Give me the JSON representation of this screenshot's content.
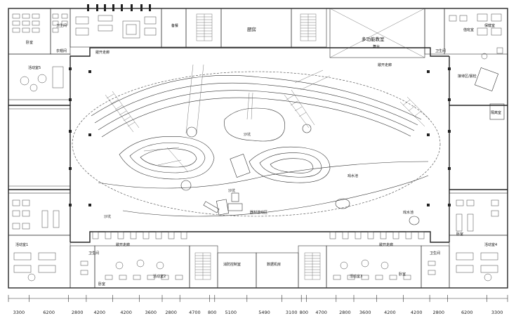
{
  "labels": {
    "bedroom": "卧室",
    "activity_room_5": "活动室5",
    "activity_room_1": "活动室1",
    "activity_room_2": "活动室2",
    "activity_room_3": "活动室3",
    "activity_room_4": "活动室4",
    "toilet": "卫生间",
    "coat_room": "衣帽间",
    "open_corridor_top_left": "敞开走廊",
    "open_corridor_top_right": "敞开走廊",
    "open_corridor_bottom_left": "敞开走廊",
    "open_corridor_bottom_right": "敞开走廊",
    "kitchen": "厨房",
    "storage": "备餐",
    "multi_function_room": "多功能教室",
    "stage": "舞台",
    "reception": "接待区/晨检",
    "duty_room": "值班室",
    "health_room": "保健室",
    "isolation_room": "隔离室",
    "sandpit_1": "沙坑",
    "sandpit_2": "沙坑",
    "sandpit_3": "沙坑",
    "water_pool_1": "戏水池",
    "water_pool_2": "戏水池",
    "equipment_area": "器材游戏区",
    "fire_control_room": "消防控制室",
    "data_room": "数据机房"
  },
  "dimensions": [
    "3300",
    "6200",
    "2800",
    "4200",
    "4200",
    "3600",
    "2800",
    "4700",
    "800",
    "5100",
    "5490",
    "3100",
    "800",
    "4700",
    "2800",
    "3600",
    "4200",
    "4200",
    "2800",
    "6200",
    "3300"
  ]
}
